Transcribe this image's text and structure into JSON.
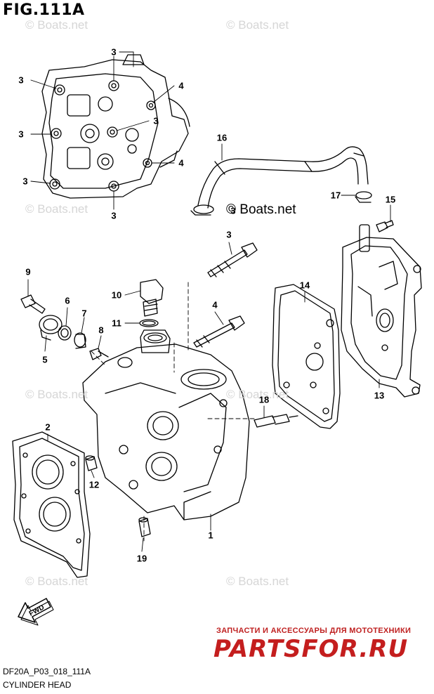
{
  "figure": {
    "title": "FIG.111A",
    "code": "DF20A_P03_018_111A",
    "caption": "CYLINDER HEAD",
    "fwd_label": "FWD"
  },
  "watermark": {
    "text": "© Boats.net",
    "dark_text": "© Boats.net"
  },
  "branding": {
    "ru_line": "ЗАПЧАСТИ И АКСЕССУАРЫ ДЛЯ МОТОТЕХНИКИ",
    "logo": "PARTSFOR.RU",
    "logo_color": "#c41e1e"
  },
  "callouts": [
    "3",
    "3",
    "3",
    "3",
    "3",
    "3",
    "4",
    "4",
    "3",
    "16",
    "17",
    "15",
    "3",
    "9",
    "10",
    "11",
    "6",
    "7",
    "8",
    "5",
    "14",
    "4",
    "13",
    "18",
    "2",
    "12",
    "1",
    "19"
  ]
}
